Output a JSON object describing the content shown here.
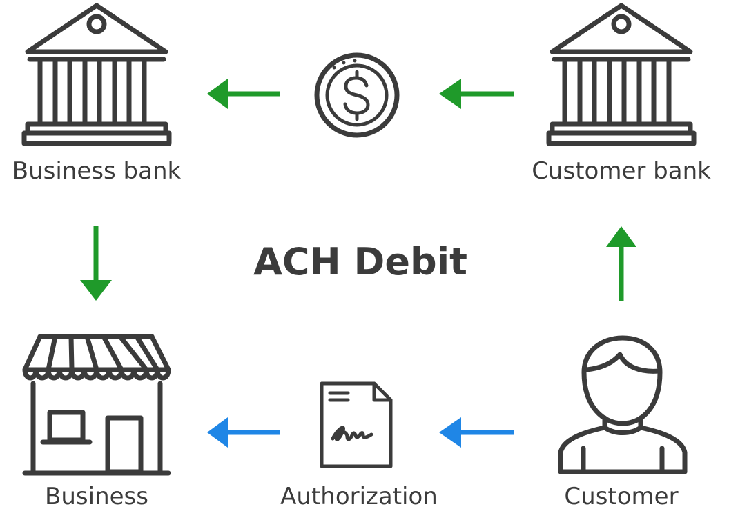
{
  "title": "ACH Debit",
  "nodes": {
    "business_bank": "Business bank",
    "customer_bank": "Customer bank",
    "business": "Business",
    "authorization": "Authorization",
    "customer": "Customer"
  },
  "colors": {
    "money_flow": "#1f9a2a",
    "authorization_flow": "#1f86e6",
    "icon": "#3b3b3b"
  },
  "icons": [
    "bank-icon",
    "coin-dollar-icon",
    "storefront-icon",
    "document-signature-icon",
    "person-icon",
    "arrow-left-icon",
    "arrow-down-icon",
    "arrow-up-icon"
  ]
}
